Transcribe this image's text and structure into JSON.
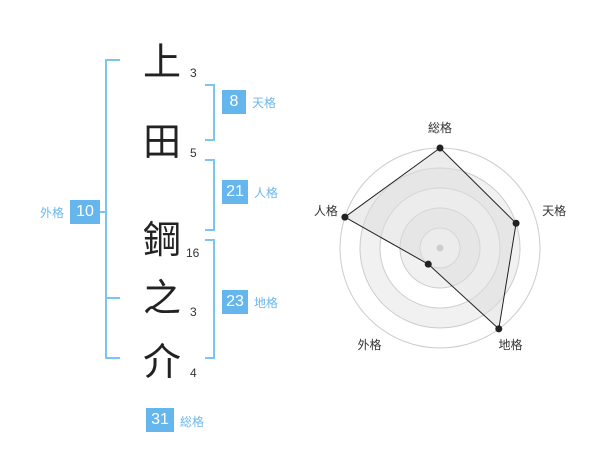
{
  "name": {
    "characters": [
      {
        "char": "上",
        "strokes": "3"
      },
      {
        "char": "田",
        "strokes": "5"
      },
      {
        "char": "鋼",
        "strokes": "16"
      },
      {
        "char": "之",
        "strokes": "3"
      },
      {
        "char": "介",
        "strokes": "4"
      }
    ]
  },
  "fortunes": {
    "tenkaku": {
      "label": "天格",
      "value": "8"
    },
    "jinkaku": {
      "label": "人格",
      "value": "21"
    },
    "chikaku": {
      "label": "地格",
      "value": "23"
    },
    "gaikaku": {
      "label": "外格",
      "value": "10"
    },
    "soukaku": {
      "label": "総格",
      "value": "31"
    }
  },
  "radar": {
    "axes": [
      "総格",
      "天格",
      "地格",
      "外格",
      "人格"
    ],
    "values": [
      5,
      4,
      5,
      1,
      5
    ],
    "max": 5,
    "rings": 5,
    "colors": {
      "fill": "#e8e8e8",
      "stroke": "#222222",
      "grid": "#cccccc",
      "center": "#cccccc"
    }
  },
  "colors": {
    "accent": "#66b6ee",
    "bracket": "#7cc4f2"
  }
}
